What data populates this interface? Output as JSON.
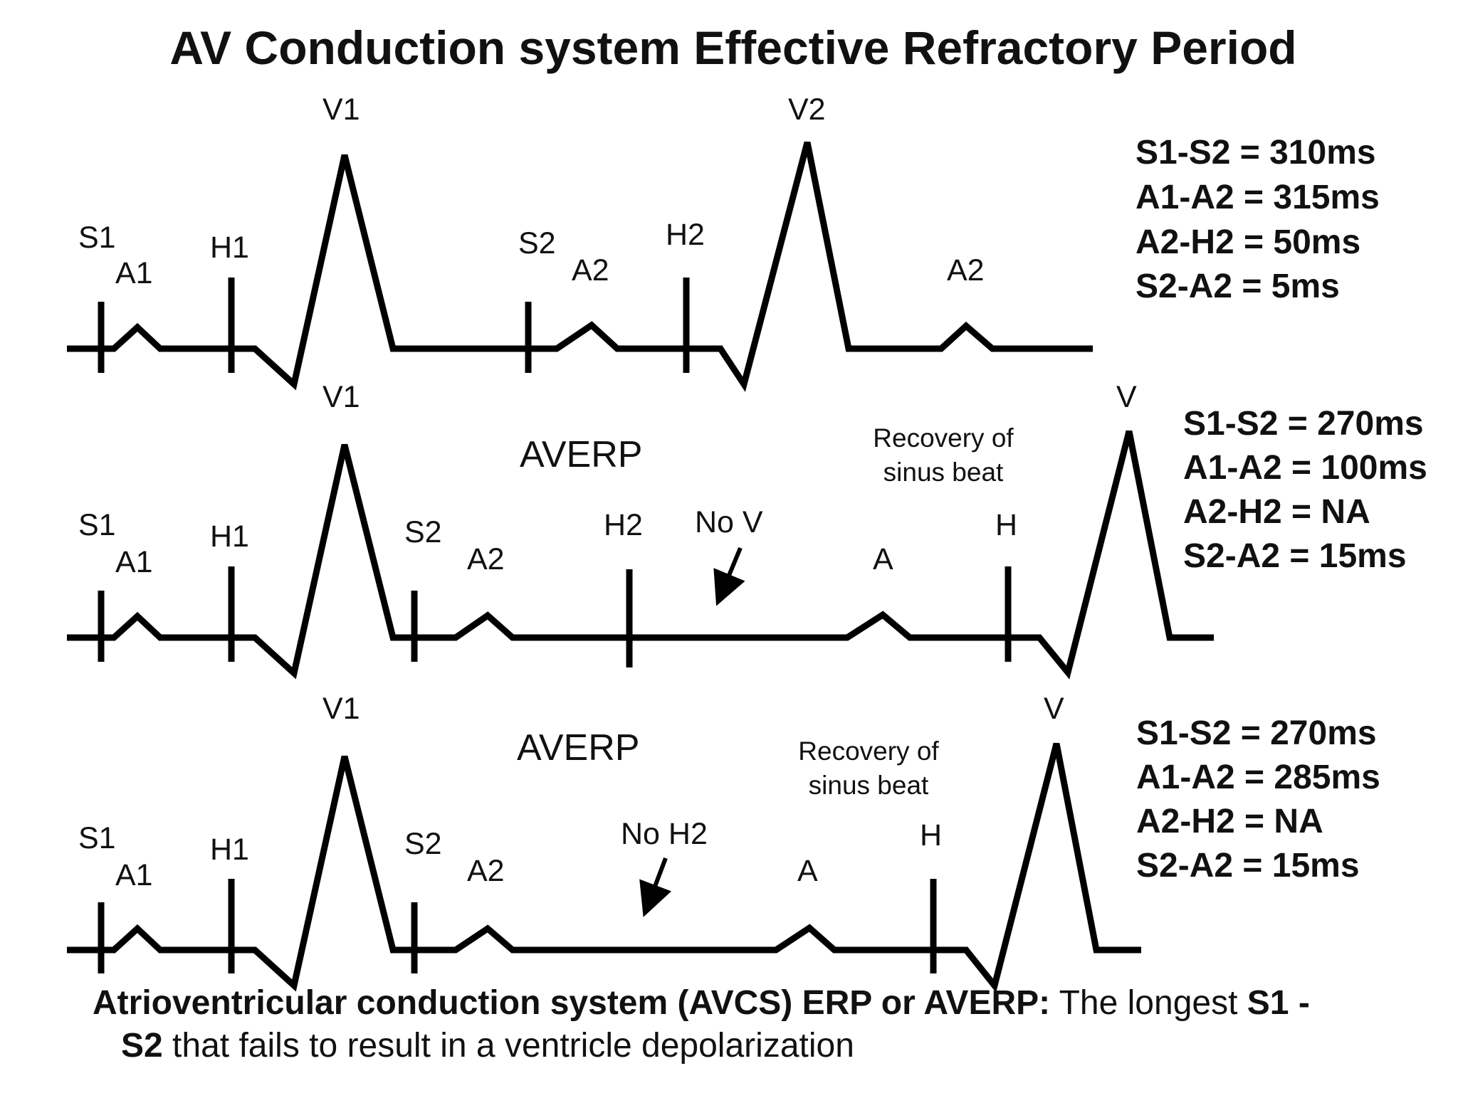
{
  "title": "AV Conduction system Effective Refractory Period",
  "colors": {
    "trace": "#000000",
    "text": "#111111",
    "background": "#ffffff"
  },
  "panel1": {
    "labels": {
      "s1": "S1",
      "a1": "A1",
      "h1": "H1",
      "v1": "V1",
      "s2": "S2",
      "a2": "A2",
      "h2": "H2",
      "v2": "V2",
      "a2_late": "A2"
    },
    "measurements": [
      "S1-S2 = 310ms",
      "A1-A2 = 315ms",
      "A2-H2 = 50ms",
      "S2-A2 = 5ms"
    ]
  },
  "panel2": {
    "heading": "AVERP",
    "labels": {
      "s1": "S1",
      "a1": "A1",
      "h1": "H1",
      "v1": "V1",
      "s2": "S2",
      "a2": "A2",
      "h2": "H2",
      "a": "A",
      "h": "H",
      "v": "V"
    },
    "arrow_label": "No V",
    "recovery_line1": "Recovery of",
    "recovery_line2": "sinus beat",
    "measurements": [
      "S1-S2 = 270ms",
      "A1-A2 = 100ms",
      "A2-H2 = NA",
      "S2-A2 = 15ms"
    ]
  },
  "panel3": {
    "heading": "AVERP",
    "labels": {
      "s1": "S1",
      "a1": "A1",
      "h1": "H1",
      "v1": "V1",
      "s2": "S2",
      "a2": "A2",
      "a": "A",
      "h": "H",
      "v": "V"
    },
    "arrow_label": "No H2",
    "recovery_line1": "Recovery of",
    "recovery_line2": "sinus beat",
    "measurements": [
      "S1-S2 = 270ms",
      "A1-A2 = 285ms",
      "A2-H2 = NA",
      "S2-A2 = 15ms"
    ]
  },
  "caption": {
    "bold1": "Atrioventricular conduction system (AVCS) ERP or AVERP:",
    "normal1": " The longest ",
    "bold2": "S1 -",
    "bold3": "S2",
    "normal2": " that fails to result in a ventricle depolarization"
  }
}
